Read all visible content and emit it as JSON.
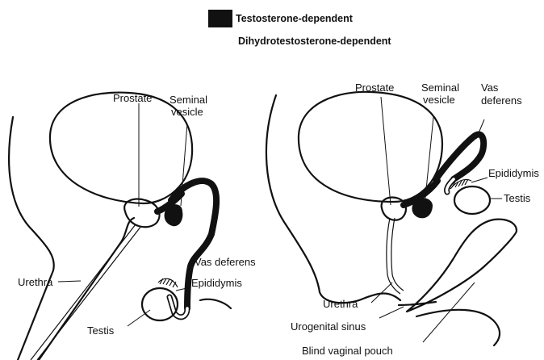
{
  "legend": {
    "testosterone": "Testosterone-dependent",
    "dht": "Dihydrotestosterone-dependent"
  },
  "left": {
    "prostate": "Prostate",
    "seminal_vesicle_1": "Seminal",
    "seminal_vesicle_2": "vesicle",
    "vas_deferens": "Vas deferens",
    "epididymis": "Epididymis",
    "urethra": "Urethra",
    "testis": "Testis"
  },
  "right": {
    "prostate": "Prostate",
    "seminal_vesicle_1": "Seminal",
    "seminal_vesicle_2": "vesicle",
    "vas_deferens_1": "Vas",
    "vas_deferens_2": "deferens",
    "epididymis": "Epididymis",
    "testis": "Testis",
    "urethra": "Urethra",
    "urogenital_sinus": "Urogenital sinus",
    "blind_vaginal_pouch": "Blind vaginal pouch"
  }
}
